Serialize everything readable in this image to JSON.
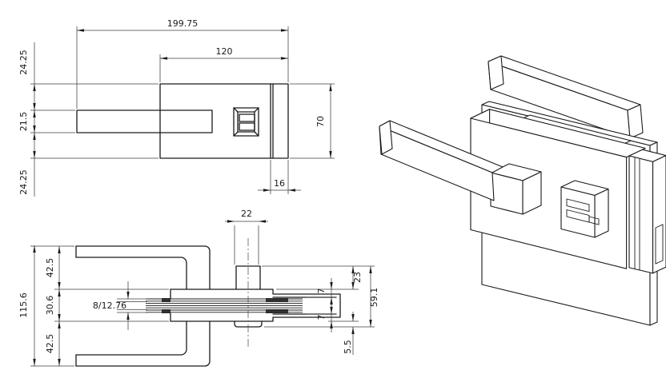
{
  "drawing": {
    "type": "technical-drawing",
    "subject": "glass-door-lock-with-lever-handles",
    "background_color": "#ffffff",
    "line_color": "#1a1a1a",
    "front_view": {
      "dims": {
        "total_length": "199.75",
        "body_width": "120",
        "body_height": "70",
        "cap_width": "16",
        "offset_top": "24.25",
        "lever_section": "21.5",
        "offset_bottom": "24.25"
      }
    },
    "section_view": {
      "dims": {
        "spindle_width": "22",
        "overall_depth": "115.6",
        "lever_front": "42.5",
        "body_depth": "30.6",
        "lever_back": "42.5",
        "glass_range": "8/12.76",
        "boss_height": "23",
        "lip_front": "7",
        "lip_back": "7",
        "latch_plate": "5.5",
        "boss_to_nut": "59.1"
      }
    }
  }
}
